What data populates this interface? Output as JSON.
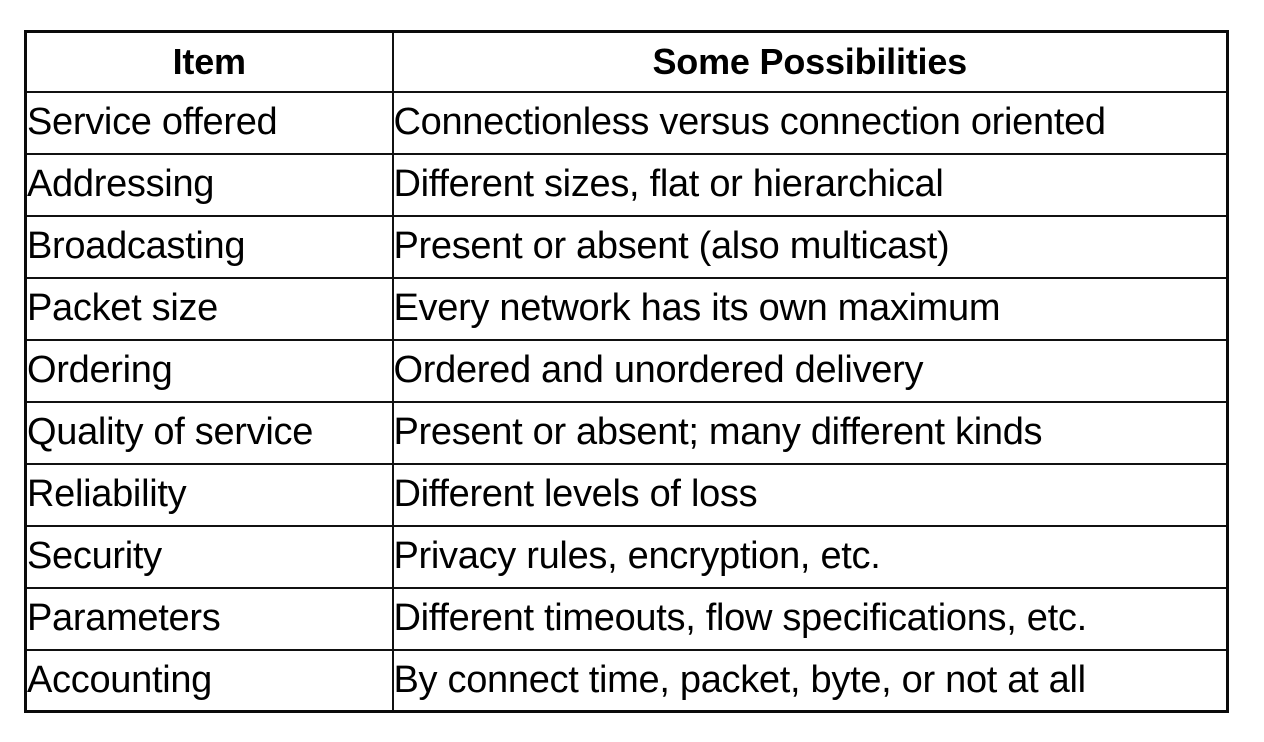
{
  "table": {
    "headers": [
      "Item",
      "Some Possibilities"
    ],
    "rows": [
      {
        "item": "Service offered",
        "possibilities": "Connectionless versus connection oriented"
      },
      {
        "item": "Addressing",
        "possibilities": "Different sizes, flat or hierarchical"
      },
      {
        "item": "Broadcasting",
        "possibilities": "Present or absent (also multicast)"
      },
      {
        "item": "Packet size",
        "possibilities": "Every network has its own maximum"
      },
      {
        "item": "Ordering",
        "possibilities": "Ordered and unordered delivery"
      },
      {
        "item": "Quality of service",
        "possibilities": "Present or absent; many different kinds"
      },
      {
        "item": "Reliability",
        "possibilities": "Different levels of loss"
      },
      {
        "item": "Security",
        "possibilities": "Privacy rules, encryption, etc."
      },
      {
        "item": "Parameters",
        "possibilities": "Different timeouts, flow specifications, etc."
      },
      {
        "item": "Accounting",
        "possibilities": "By connect time, packet, byte, or not at all"
      }
    ]
  },
  "style": {
    "border_color": "#111111",
    "text_color": "#000000",
    "background": "#ffffff"
  }
}
